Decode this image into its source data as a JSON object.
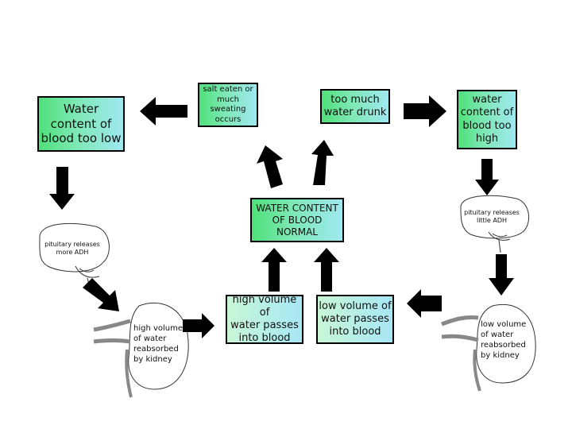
{
  "boxes": {
    "water_low": [
      "Water",
      "content of",
      "blood too low"
    ],
    "salt": [
      "salt eaten or",
      "much",
      "sweating",
      "occurs"
    ],
    "too_much": [
      "too much",
      "water drunk"
    ],
    "water_high": [
      "water",
      "content of",
      "blood too",
      "high"
    ],
    "normal": [
      "WATER CONTENT",
      "OF BLOOD",
      "NORMAL"
    ],
    "high_volume": [
      "high volume of",
      "water passes",
      "into blood"
    ],
    "low_volume": [
      "low volume of",
      "water passes",
      "into blood"
    ]
  },
  "labels": {
    "pituitary_more": [
      "pituitary releases",
      "more ADH"
    ],
    "pituitary_little": [
      "pituitary releases",
      "little ADH"
    ],
    "high_reabsorbed": [
      "high volume",
      "of water",
      "reabsorbed",
      "by kidney"
    ],
    "low_reabsorbed": [
      "low volume",
      "of water",
      "reabsorbed",
      "by kidney"
    ]
  },
  "icons": [
    "brain-icon",
    "kidney-icon",
    "arrow-icon"
  ]
}
